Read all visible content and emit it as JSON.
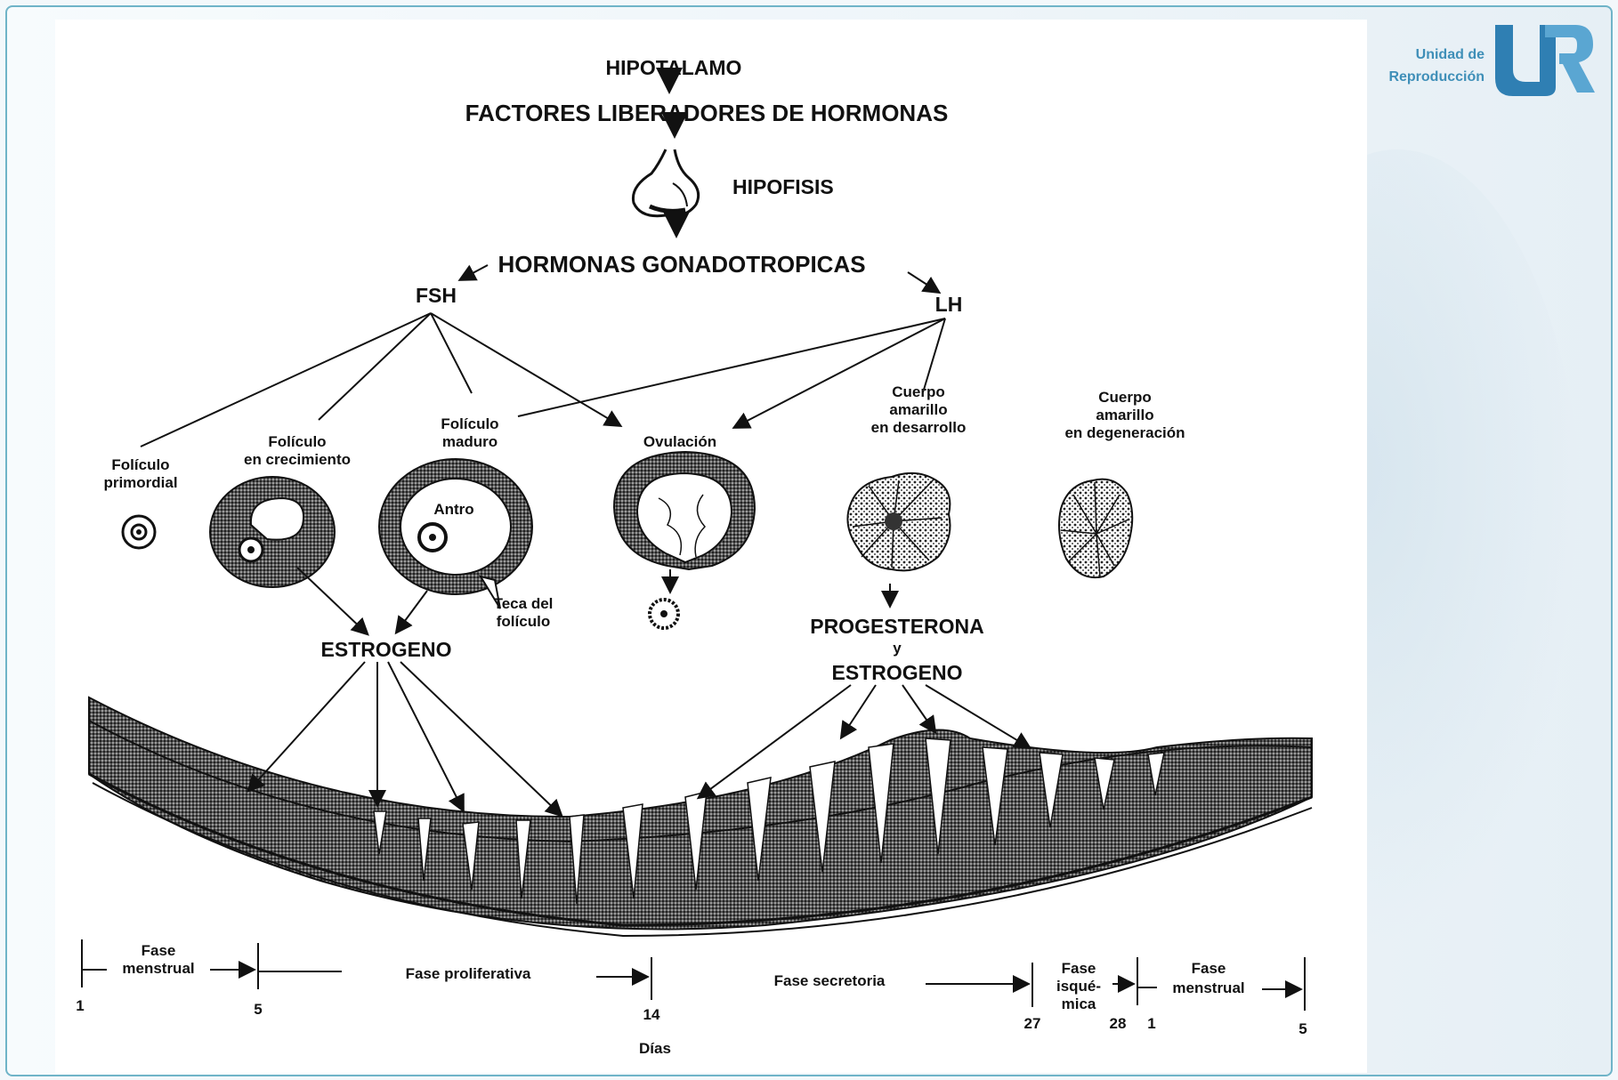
{
  "logo": {
    "line1": "Unidad de",
    "line2": "Reproducción",
    "mark": "UR",
    "color": "#2f7fb3"
  },
  "diagram": {
    "hipotalamo": "HIPOTALAMO",
    "factores": "FACTORES LIBERADORES DE HORMONAS",
    "hipofisis": "HIPOFISIS",
    "gonadotropicas": "HORMONAS GONADOTROPICAS",
    "fsh": "FSH",
    "lh": "LH",
    "foliculo_primordial": [
      "Folículo",
      "primordial"
    ],
    "foliculo_crecimiento": [
      "Folículo",
      "en crecimiento"
    ],
    "foliculo_maduro": [
      "Folículo",
      "maduro"
    ],
    "antro": "Antro",
    "teca": [
      "Teca del",
      "folículo"
    ],
    "ovulacion": "Ovulación",
    "cuerpo_desarrollo": [
      "Cuerpo",
      "amarillo",
      "en desarrollo"
    ],
    "cuerpo_degeneracion": [
      "Cuerpo",
      "amarillo",
      "en degeneración"
    ],
    "estrogeno": "ESTROGENO",
    "progesterona": "PROGESTERONA",
    "y": "y",
    "estrogeno2": "ESTROGENO"
  },
  "timeline": {
    "fase_menstrual_1": [
      "Fase",
      "menstrual"
    ],
    "fase_proliferativa": "Fase proliferativa",
    "fase_secretoria": "Fase secretoria",
    "fase_isquemica": [
      "Fase",
      "isqué-",
      "mica"
    ],
    "fase_menstrual_2": [
      "Fase",
      "menstrual"
    ],
    "day_1": "1",
    "day_5": "5",
    "day_14": "14",
    "day_27": "27",
    "day_28": "28",
    "day_1b": "1",
    "day_5b": "5",
    "dias": "Días"
  }
}
